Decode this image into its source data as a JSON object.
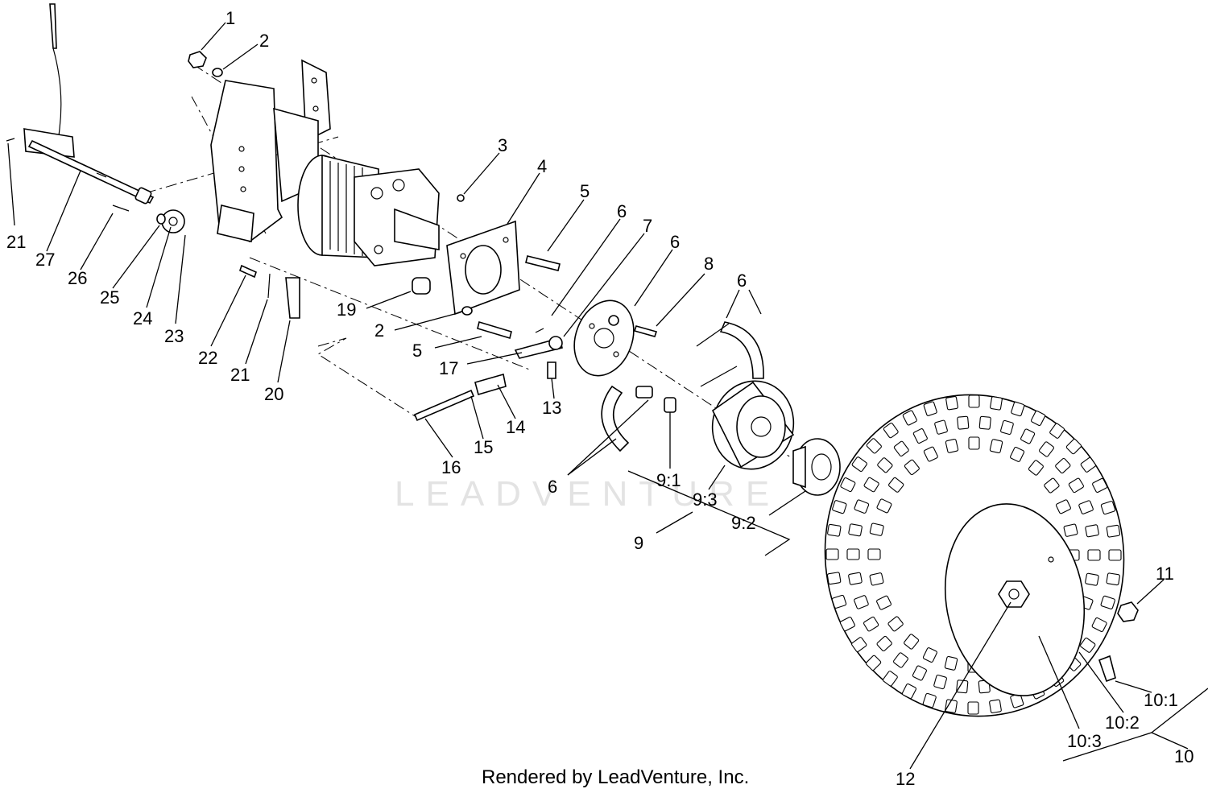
{
  "watermark": "LEADVENTURE",
  "footer": "Rendered by LeadVenture, Inc.",
  "callouts": [
    {
      "id": "c1",
      "label": "1"
    },
    {
      "id": "c2a",
      "label": "2"
    },
    {
      "id": "c3",
      "label": "3"
    },
    {
      "id": "c4",
      "label": "4"
    },
    {
      "id": "c5a",
      "label": "5"
    },
    {
      "id": "c6a",
      "label": "6"
    },
    {
      "id": "c7",
      "label": "7"
    },
    {
      "id": "c6b",
      "label": "6"
    },
    {
      "id": "c8",
      "label": "8"
    },
    {
      "id": "c6c",
      "label": "6"
    },
    {
      "id": "c19",
      "label": "19"
    },
    {
      "id": "c2b",
      "label": "2"
    },
    {
      "id": "c5b",
      "label": "5"
    },
    {
      "id": "c17",
      "label": "17"
    },
    {
      "id": "c13",
      "label": "13"
    },
    {
      "id": "c14",
      "label": "14"
    },
    {
      "id": "c15",
      "label": "15"
    },
    {
      "id": "c16",
      "label": "16"
    },
    {
      "id": "c6d",
      "label": "6"
    },
    {
      "id": "c9_1",
      "label": "9:1"
    },
    {
      "id": "c9_3",
      "label": "9:3"
    },
    {
      "id": "c9_2",
      "label": "9:2"
    },
    {
      "id": "c9",
      "label": "9"
    },
    {
      "id": "c21a",
      "label": "21"
    },
    {
      "id": "c27",
      "label": "27"
    },
    {
      "id": "c26",
      "label": "26"
    },
    {
      "id": "c25",
      "label": "25"
    },
    {
      "id": "c24",
      "label": "24"
    },
    {
      "id": "c23",
      "label": "23"
    },
    {
      "id": "c22",
      "label": "22"
    },
    {
      "id": "c21b",
      "label": "21"
    },
    {
      "id": "c20",
      "label": "20"
    },
    {
      "id": "c11",
      "label": "11"
    },
    {
      "id": "c10_1",
      "label": "10:1"
    },
    {
      "id": "c10_2",
      "label": "10:2"
    },
    {
      "id": "c10_3",
      "label": "10:3"
    },
    {
      "id": "c10",
      "label": "10"
    },
    {
      "id": "c12",
      "label": "12"
    }
  ]
}
